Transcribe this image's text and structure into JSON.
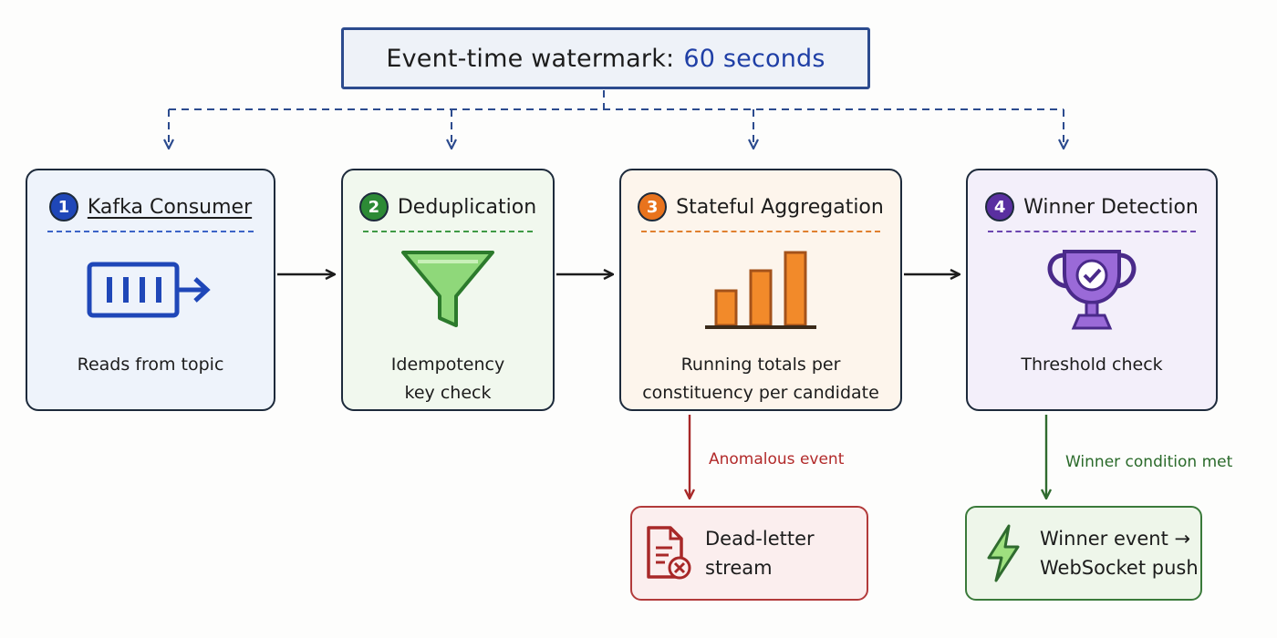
{
  "watermark": {
    "label": "Event-time watermark:",
    "value": "60 seconds",
    "accent_color": "#1f3fa6"
  },
  "stages": [
    {
      "number": "1",
      "title": "Kafka Consumer",
      "description": [
        "Reads from topic"
      ],
      "icon": "queue-icon",
      "color": "#1f47b8"
    },
    {
      "number": "2",
      "title": "Deduplication",
      "description": [
        "Idempotency",
        "key check"
      ],
      "icon": "funnel-icon",
      "color": "#2c8a35"
    },
    {
      "number": "3",
      "title": "Stateful Aggregation",
      "description": [
        "Running totals per",
        "constituency per candidate"
      ],
      "icon": "bar-chart-icon",
      "color": "#e8731d"
    },
    {
      "number": "4",
      "title": "Winner Detection",
      "description": [
        "Threshold check"
      ],
      "icon": "trophy-check-icon",
      "color": "#5a2fa0"
    }
  ],
  "branches": {
    "anomalous": {
      "label": "Anomalous event",
      "color": "#b22a2a"
    },
    "winner": {
      "label": "Winner condition met",
      "color": "#2a6a2a"
    }
  },
  "outputs": {
    "dead_letter": {
      "lines": [
        "Dead-letter",
        "stream"
      ],
      "icon": "document-error-icon",
      "color": "#b23a3a"
    },
    "winner_event": {
      "lines": [
        "Winner event →",
        "WebSocket push"
      ],
      "icon": "lightning-icon",
      "color": "#3a7a3a"
    }
  }
}
